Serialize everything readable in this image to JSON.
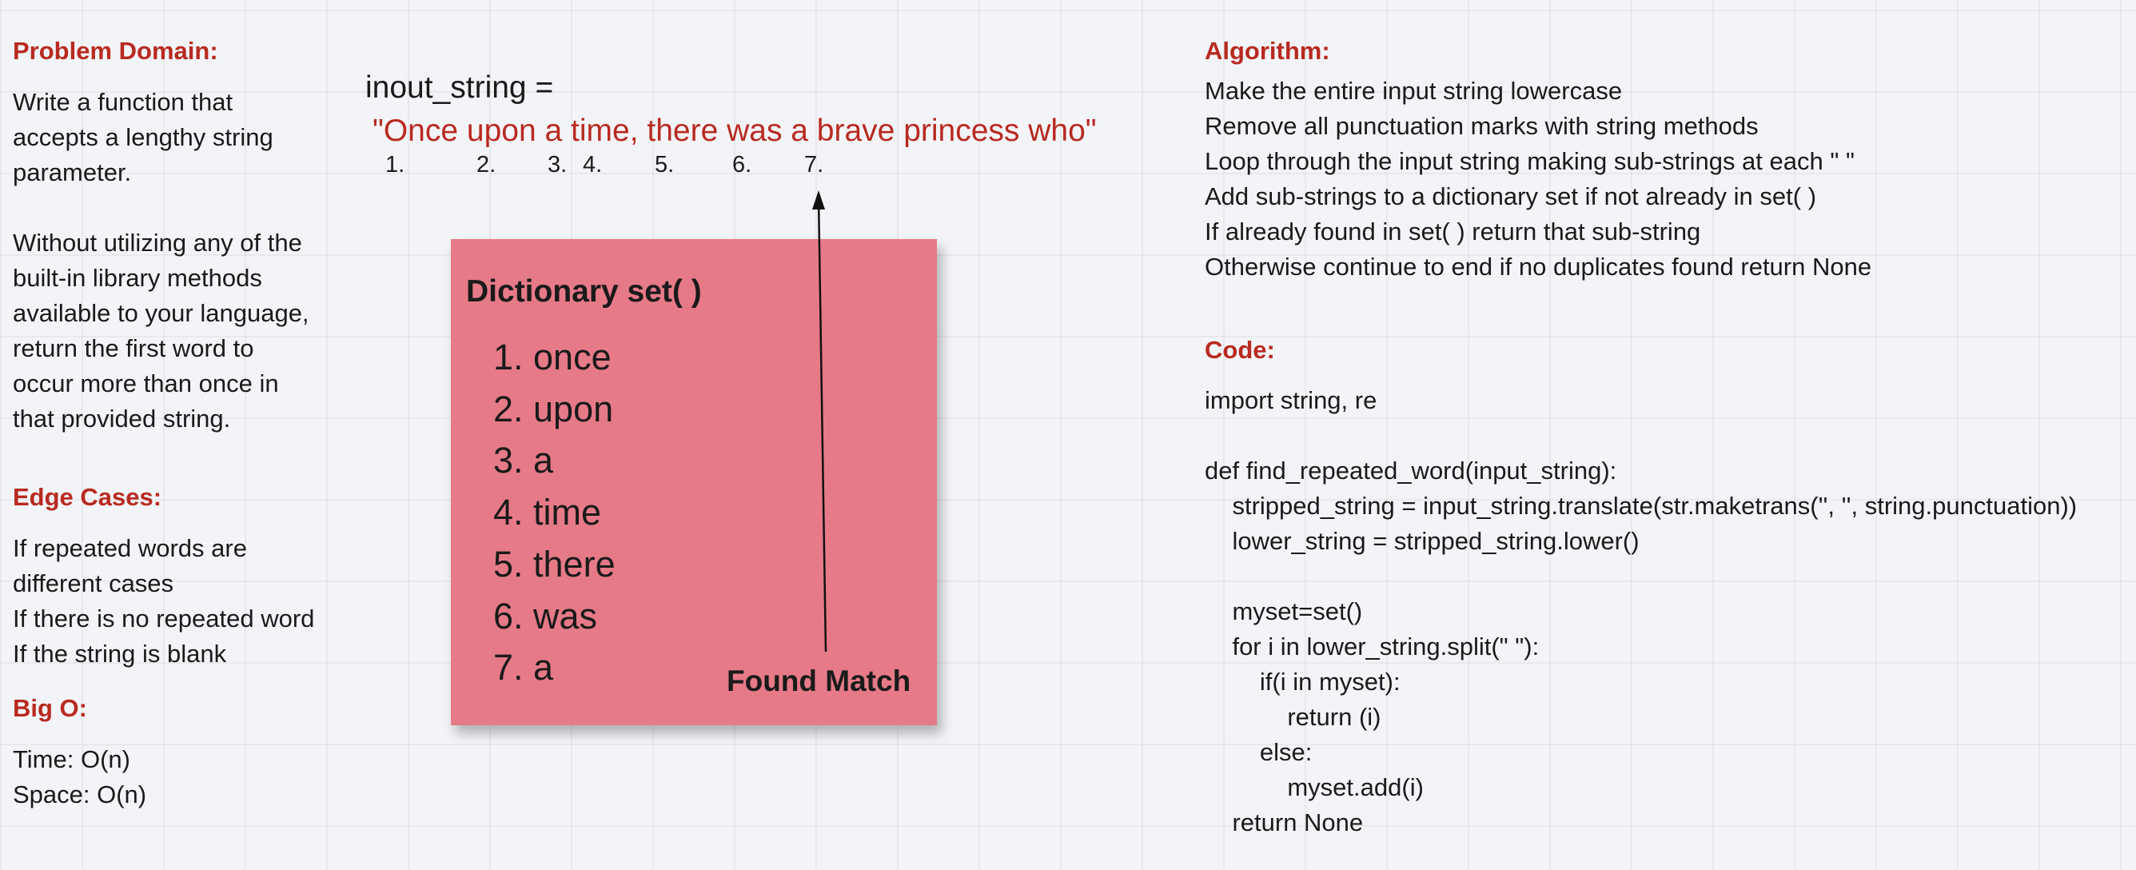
{
  "problem_domain": {
    "heading": "Problem Domain:",
    "lines": [
      "Write a function that",
      "accepts a lengthy string",
      "parameter.",
      "",
      "Without utilizing any of the",
      "built-in library methods",
      "available to your language,",
      "return the first word to",
      "occur more than once in",
      "that provided string."
    ]
  },
  "edge_cases": {
    "heading": "Edge Cases:",
    "lines": [
      "If repeated words are",
      "different cases",
      "If there is no repeated word",
      "If the string is blank"
    ]
  },
  "big_o": {
    "heading": "Big O:",
    "time": "Time: O(n)",
    "space": "Space: O(n)"
  },
  "example": {
    "label": "inout_string =",
    "quoted_string": "\"Once upon a time, there was a brave princess who\"",
    "indices": [
      "1.",
      "2.",
      "3.",
      "4.",
      "5.",
      "6.",
      "7."
    ]
  },
  "dictionary": {
    "title": "Dictionary set( )",
    "items": [
      "1. once",
      "2. upon",
      "3. a",
      "4. time",
      "5. there",
      "6. was",
      "7. a"
    ],
    "found_label": "Found Match",
    "box_color": "#e67a88"
  },
  "algorithm": {
    "heading": "Algorithm:",
    "lines": [
      "Make the entire input string lowercase",
      "Remove all punctuation marks with string methods",
      "Loop through the input string making sub-strings at each \" \"",
      "Add sub-strings to a dictionary set if not already in set( )",
      "If already found in set( ) return that sub-string",
      "Otherwise continue to end if no duplicates found return None"
    ]
  },
  "code": {
    "heading": "Code:",
    "lines": [
      "import string, re",
      "",
      "def find_repeated_word(input_string):",
      "    stripped_string = input_string.translate(str.maketrans('', '', string.punctuation))",
      "    lower_string = stripped_string.lower()",
      "",
      "    myset=set()",
      "    for i in lower_string.split(\" \"):",
      "        if(i in myset):",
      "            return (i)",
      "        else:",
      "            myset.add(i)",
      "    return None"
    ]
  },
  "colors": {
    "heading": "#b82a20",
    "background": "#f3f4f7",
    "text": "#1a1a1a"
  }
}
